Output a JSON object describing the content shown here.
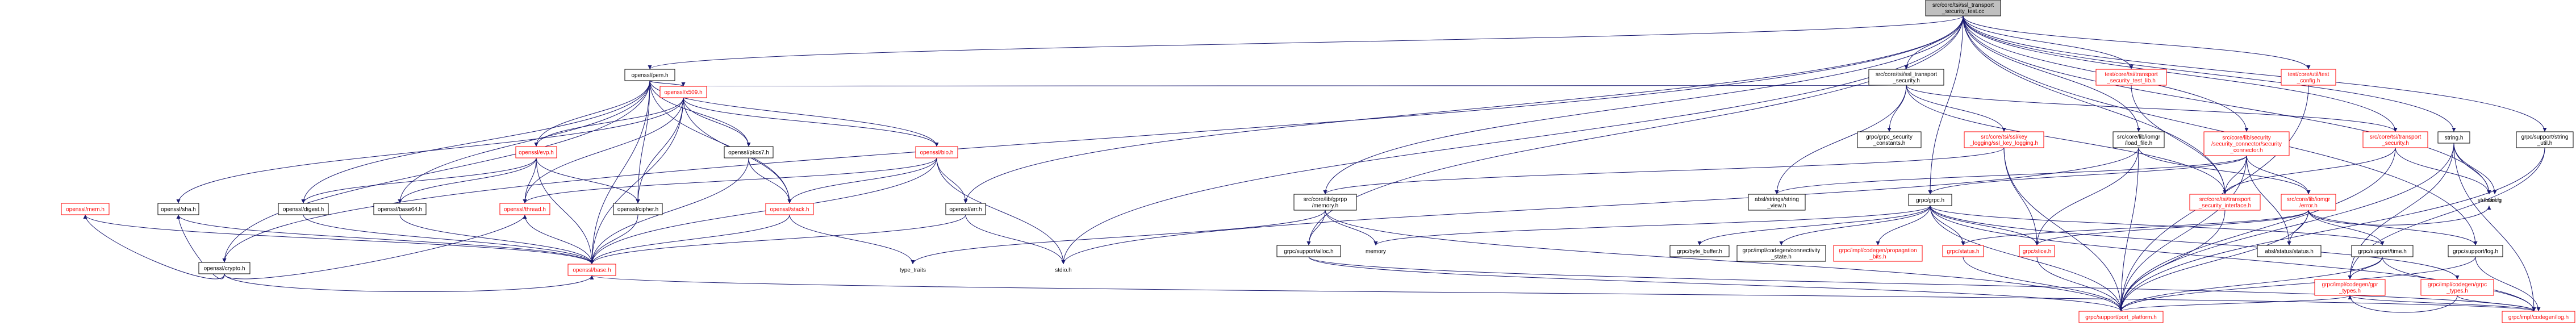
{
  "diagram": {
    "nodes": [
      {
        "id": "root",
        "lines": [
          "src/core/tsi/ssl_transport",
          "_security_test.cc"
        ],
        "style": "root"
      },
      {
        "id": "pem",
        "lines": [
          "openssl/pem.h"
        ],
        "style": "plain"
      },
      {
        "id": "crypto",
        "lines": [
          "openssl/crypto.h"
        ],
        "style": "plain"
      },
      {
        "id": "x509",
        "lines": [
          "openssl/x509.h"
        ],
        "style": "red"
      },
      {
        "id": "evp",
        "lines": [
          "openssl/evp.h"
        ],
        "style": "red"
      },
      {
        "id": "pkcs7",
        "lines": [
          "openssl/pkcs7.h"
        ],
        "style": "plain"
      },
      {
        "id": "bio",
        "lines": [
          "openssl/bio.h"
        ],
        "style": "red"
      },
      {
        "id": "mem",
        "lines": [
          "openssl/mem.h"
        ],
        "style": "red"
      },
      {
        "id": "sha",
        "lines": [
          "openssl/sha.h"
        ],
        "style": "plain"
      },
      {
        "id": "digest",
        "lines": [
          "openssl/digest.h"
        ],
        "style": "plain"
      },
      {
        "id": "base64",
        "lines": [
          "openssl/base64.h"
        ],
        "style": "plain"
      },
      {
        "id": "thread",
        "lines": [
          "openssl/thread.h"
        ],
        "style": "red"
      },
      {
        "id": "cipher",
        "lines": [
          "openssl/cipher.h"
        ],
        "style": "plain"
      },
      {
        "id": "stack",
        "lines": [
          "openssl/stack.h"
        ],
        "style": "red"
      },
      {
        "id": "err",
        "lines": [
          "openssl/err.h"
        ],
        "style": "plain"
      },
      {
        "id": "base",
        "lines": [
          "openssl/base.h"
        ],
        "style": "red"
      },
      {
        "id": "typetraits",
        "lines": [
          "type_traits"
        ],
        "style": "bare"
      },
      {
        "id": "stdio",
        "lines": [
          "stdio.h"
        ],
        "style": "bare"
      },
      {
        "id": "stddef",
        "lines": [
          "stddef.h"
        ],
        "style": "bare"
      },
      {
        "id": "ssltsh",
        "lines": [
          "src/core/tsi/ssl_transport",
          "_security.h"
        ],
        "style": "plain"
      },
      {
        "id": "gpsecconst",
        "lines": [
          "grpc/grpc_security",
          "_constants.h"
        ],
        "style": "plain"
      },
      {
        "id": "keylog",
        "lines": [
          "src/core/tsi/ssl/key",
          "_logging/ssl_key_logging.h"
        ],
        "style": "red"
      },
      {
        "id": "strview",
        "lines": [
          "absl/strings/string",
          "_view.h"
        ],
        "style": "plain"
      },
      {
        "id": "gprpcmem",
        "lines": [
          "src/core/lib/gprpp",
          "/memory.h"
        ],
        "style": "plain"
      },
      {
        "id": "alloc",
        "lines": [
          "grpc/support/alloc.h"
        ],
        "style": "plain"
      },
      {
        "id": "memory",
        "lines": [
          "memory"
        ],
        "style": "bare"
      },
      {
        "id": "loadfile",
        "lines": [
          "src/core/lib/iomgr",
          "/load_file.h"
        ],
        "style": "plain"
      },
      {
        "id": "seccon",
        "lines": [
          "src/core/lib/security",
          "/security_connector/security",
          "_connector.h"
        ],
        "style": "red"
      },
      {
        "id": "grpch",
        "lines": [
          "grpc/grpc.h"
        ],
        "style": "plain"
      },
      {
        "id": "errorh",
        "lines": [
          "src/core/lib/iomgr",
          "/error.h"
        ],
        "style": "red"
      },
      {
        "id": "bytebuf",
        "lines": [
          "grpc/byte_buffer.h"
        ],
        "style": "plain"
      },
      {
        "id": "connstate",
        "lines": [
          "grpc/impl/codegen/connectivity",
          "_state.h"
        ],
        "style": "plain"
      },
      {
        "id": "propbits",
        "lines": [
          "grpc/impl/codegen/propagation",
          "_bits.h"
        ],
        "style": "red"
      },
      {
        "id": "status",
        "lines": [
          "grpc/status.h"
        ],
        "style": "red"
      },
      {
        "id": "slice",
        "lines": [
          "grpc/slice.h"
        ],
        "style": "red"
      },
      {
        "id": "abslstatus",
        "lines": [
          "absl/status/status.h"
        ],
        "style": "plain"
      },
      {
        "id": "timeh",
        "lines": [
          "grpc/support/time.h"
        ],
        "style": "plain"
      },
      {
        "id": "logh",
        "lines": [
          "grpc/support/log.h"
        ],
        "style": "plain"
      },
      {
        "id": "codegenlog",
        "lines": [
          "grpc/impl/codegen/log.h"
        ],
        "style": "red"
      },
      {
        "id": "gprtypes",
        "lines": [
          "grpc/impl/codegen/grpc",
          "_types.h"
        ],
        "style": "red"
      },
      {
        "id": "gprtypes2",
        "lines": [
          "grpc/impl/codegen/gpr",
          "_types.h"
        ],
        "style": "red"
      },
      {
        "id": "portplat",
        "lines": [
          "grpc/support/port_platform.h"
        ],
        "style": "red"
      },
      {
        "id": "stdbool",
        "lines": [
          "stdbool.h"
        ],
        "style": "bare"
      },
      {
        "id": "testlib",
        "lines": [
          "test/core/tsi/transport",
          "_security_test_lib.h"
        ],
        "style": "red"
      },
      {
        "id": "tsiiface",
        "lines": [
          "src/core/tsi/transport",
          "_security_interface.h"
        ],
        "style": "red"
      },
      {
        "id": "testconfig",
        "lines": [
          "test/core/util/test",
          "_config.h"
        ],
        "style": "red"
      },
      {
        "id": "tsitrans",
        "lines": [
          "src/core/tsi/transport",
          "_security.h"
        ],
        "style": "red"
      },
      {
        "id": "stringh",
        "lines": [
          "string.h"
        ],
        "style": "plain"
      },
      {
        "id": "stringstd",
        "lines": [
          "string"
        ],
        "style": "bare"
      },
      {
        "id": "strutil",
        "lines": [
          "grpc/support/string",
          "_util.h"
        ],
        "style": "plain"
      }
    ],
    "edges": [
      [
        "root",
        "pem"
      ],
      [
        "root",
        "crypto"
      ],
      [
        "root",
        "ssltsh"
      ],
      [
        "root",
        "stdio"
      ],
      [
        "root",
        "err"
      ],
      [
        "root",
        "gprpcmem"
      ],
      [
        "root",
        "alloc"
      ],
      [
        "root",
        "loadfile"
      ],
      [
        "root",
        "seccon"
      ],
      [
        "root",
        "grpch"
      ],
      [
        "root",
        "testlib"
      ],
      [
        "root",
        "tsiiface"
      ],
      [
        "root",
        "testconfig"
      ],
      [
        "root",
        "tsitrans"
      ],
      [
        "root",
        "stringh"
      ],
      [
        "root",
        "strutil"
      ],
      [
        "root",
        "logh"
      ],
      [
        "root",
        "stdbool"
      ],
      [
        "pem",
        "crypto"
      ],
      [
        "pem",
        "x509"
      ],
      [
        "pem",
        "evp"
      ],
      [
        "pem",
        "pkcs7"
      ],
      [
        "pem",
        "bio"
      ],
      [
        "pem",
        "base64"
      ],
      [
        "pem",
        "cipher"
      ],
      [
        "pem",
        "digest"
      ],
      [
        "pem",
        "stack"
      ],
      [
        "pem",
        "base"
      ],
      [
        "crypto",
        "mem"
      ],
      [
        "crypto",
        "sha"
      ],
      [
        "crypto",
        "thread"
      ],
      [
        "crypto",
        "base"
      ],
      [
        "x509",
        "evp"
      ],
      [
        "x509",
        "pkcs7"
      ],
      [
        "x509",
        "bio"
      ],
      [
        "x509",
        "sha"
      ],
      [
        "x509",
        "thread"
      ],
      [
        "x509",
        "cipher"
      ],
      [
        "x509",
        "stack"
      ],
      [
        "x509",
        "base"
      ],
      [
        "evp",
        "digest"
      ],
      [
        "evp",
        "base64"
      ],
      [
        "evp",
        "thread"
      ],
      [
        "evp",
        "cipher"
      ],
      [
        "evp",
        "base"
      ],
      [
        "pkcs7",
        "stack"
      ],
      [
        "pkcs7",
        "base"
      ],
      [
        "bio",
        "err"
      ],
      [
        "bio",
        "thread"
      ],
      [
        "bio",
        "stack"
      ],
      [
        "bio",
        "stdio"
      ],
      [
        "bio",
        "base"
      ],
      [
        "mem",
        "base"
      ],
      [
        "sha",
        "base"
      ],
      [
        "digest",
        "base"
      ],
      [
        "base64",
        "base"
      ],
      [
        "thread",
        "base"
      ],
      [
        "cipher",
        "base"
      ],
      [
        "stack",
        "base"
      ],
      [
        "err",
        "base"
      ],
      [
        "err",
        "stdio"
      ],
      [
        "stack",
        "typetraits"
      ],
      [
        "base",
        "stddef"
      ],
      [
        "ssltsh",
        "gpsecconst"
      ],
      [
        "ssltsh",
        "keylog"
      ],
      [
        "ssltsh",
        "strview"
      ],
      [
        "ssltsh",
        "x509"
      ],
      [
        "ssltsh",
        "tsitrans"
      ],
      [
        "ssltsh",
        "tsiiface"
      ],
      [
        "keylog",
        "slice"
      ],
      [
        "keylog",
        "portplat"
      ],
      [
        "keylog",
        "gprpcmem"
      ],
      [
        "gprpcmem",
        "alloc"
      ],
      [
        "gprpcmem",
        "memory"
      ],
      [
        "gprpcmem",
        "typetraits"
      ],
      [
        "gprpcmem",
        "portplat"
      ],
      [
        "alloc",
        "portplat"
      ],
      [
        "alloc",
        "stddef"
      ],
      [
        "loadfile",
        "errorh"
      ],
      [
        "loadfile",
        "slice"
      ],
      [
        "loadfile",
        "portplat"
      ],
      [
        "loadfile",
        "stdio"
      ],
      [
        "seccon",
        "errorh"
      ],
      [
        "seccon",
        "grpch"
      ],
      [
        "seccon",
        "tsiiface"
      ],
      [
        "seccon",
        "abslstatus"
      ],
      [
        "seccon",
        "portplat"
      ],
      [
        "seccon",
        "strview"
      ],
      [
        "grpch",
        "bytebuf"
      ],
      [
        "grpch",
        "connstate"
      ],
      [
        "grpch",
        "propbits"
      ],
      [
        "grpch",
        "status"
      ],
      [
        "grpch",
        "slice"
      ],
      [
        "grpch",
        "timeh"
      ],
      [
        "grpch",
        "gprtypes"
      ],
      [
        "grpch",
        "portplat"
      ],
      [
        "grpch",
        "stddef"
      ],
      [
        "grpch",
        "memory"
      ],
      [
        "errorh",
        "abslstatus"
      ],
      [
        "errorh",
        "status"
      ],
      [
        "errorh",
        "slice"
      ],
      [
        "errorh",
        "timeh"
      ],
      [
        "errorh",
        "logh"
      ],
      [
        "errorh",
        "portplat"
      ],
      [
        "errorh",
        "stdbool"
      ],
      [
        "status",
        "portplat"
      ],
      [
        "slice",
        "portplat"
      ],
      [
        "timeh",
        "portplat"
      ],
      [
        "timeh",
        "gprtypes2"
      ],
      [
        "timeh",
        "stddef"
      ],
      [
        "logh",
        "codegenlog"
      ],
      [
        "logh",
        "portplat"
      ],
      [
        "gprtypes",
        "gprtypes2"
      ],
      [
        "gprtypes",
        "stddef"
      ],
      [
        "gprtypes2",
        "portplat"
      ],
      [
        "gprtypes2",
        "stddef"
      ],
      [
        "testlib",
        "tsiiface"
      ],
      [
        "tsiiface",
        "portplat"
      ],
      [
        "testconfig",
        "portplat"
      ],
      [
        "tsitrans",
        "tsiiface"
      ],
      [
        "tsitrans",
        "portplat"
      ],
      [
        "tsitrans",
        "stdbool"
      ],
      [
        "stringh",
        "stddef"
      ],
      [
        "stringh",
        "stdbool"
      ],
      [
        "stringh",
        "stringstd"
      ],
      [
        "stringh",
        "portplat"
      ],
      [
        "stringh",
        "gprtypes2"
      ],
      [
        "strutil",
        "portplat"
      ],
      [
        "strutil",
        "gprtypes2"
      ]
    ]
  }
}
